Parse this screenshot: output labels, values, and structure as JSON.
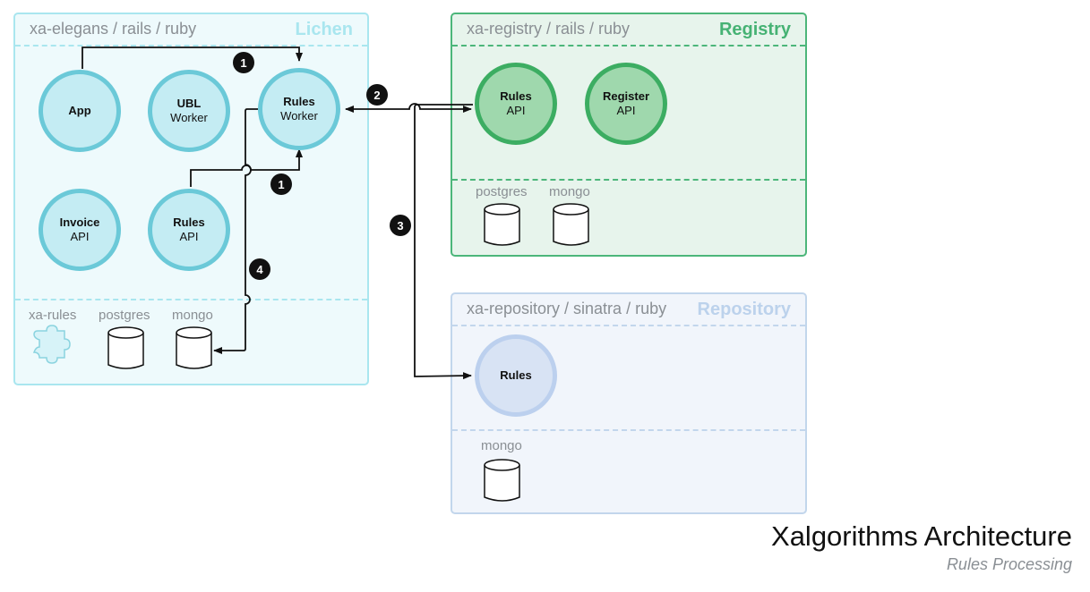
{
  "lichen": {
    "subtitle": "xa-elegans / rails / ruby",
    "title": "Lichen",
    "nodes": [
      {
        "name": "App",
        "sub": ""
      },
      {
        "name": "UBL",
        "sub": "Worker"
      },
      {
        "name": "Rules",
        "sub": "Worker"
      },
      {
        "name": "Invoice",
        "sub": "API"
      },
      {
        "name": "Rules",
        "sub": "API"
      }
    ],
    "stores": [
      "xa-rules",
      "postgres",
      "mongo"
    ]
  },
  "registry": {
    "subtitle": "xa-registry / rails / ruby",
    "title": "Registry",
    "nodes": [
      {
        "name": "Rules",
        "sub": "API"
      },
      {
        "name": "Register",
        "sub": "API"
      }
    ],
    "stores": [
      "postgres",
      "mongo"
    ]
  },
  "repository": {
    "subtitle": "xa-repository / sinatra / ruby",
    "title": "Repository",
    "nodes": [
      {
        "name": "Rules",
        "sub": ""
      }
    ],
    "stores": [
      "mongo"
    ]
  },
  "badges": [
    "1",
    "1",
    "2",
    "3",
    "4"
  ],
  "footer": {
    "title": "Xalgorithms Architecture",
    "subtitle": "Rules Processing"
  },
  "colors": {
    "lichen": "#a9e6ef",
    "registry": "#46b274",
    "repository": "#bcd2ec"
  }
}
